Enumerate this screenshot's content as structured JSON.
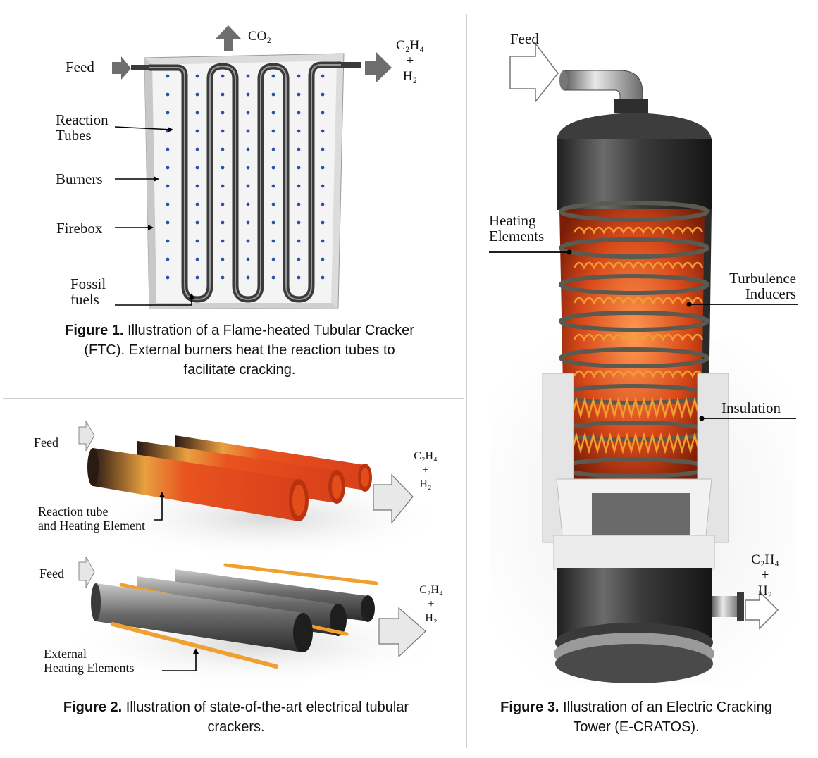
{
  "figure1": {
    "co2": "CO₂",
    "feed": "Feed",
    "product_c2h4": "C₂H₄",
    "product_plus": "+",
    "product_h2": "H₂",
    "reaction_tubes_line1": "Reaction",
    "reaction_tubes_line2": "Tubes",
    "burners": "Burners",
    "firebox": "Firebox",
    "fossil_line1": "Fossil",
    "fossil_line2": "fuels",
    "caption_bold": "Figure 1.",
    "caption_text": " Illustration of a Flame-heated Tubular Cracker (FTC). External burners heat the reaction tubes to facilitate cracking."
  },
  "figure2": {
    "feed_top": "Feed",
    "product_top_c2h4": "C₂H₄",
    "product_top_plus": "+",
    "product_top_h2": "H₂",
    "reaction_tube_line1": "Reaction tube",
    "reaction_tube_line2": "and Heating Element",
    "feed_bottom": "Feed",
    "product_bottom_c2h4": "C₂H₄",
    "product_bottom_plus": "+",
    "product_bottom_h2": "H₂",
    "external_line1": "External",
    "external_line2": "Heating Elements",
    "caption_bold": "Figure 2.",
    "caption_text": " Illustration of  state-of-the-art electrical tubular crackers."
  },
  "figure3": {
    "feed": "Feed",
    "heating_line1": "Heating",
    "heating_line2": "Elements",
    "turbulence_line1": "Turbulence",
    "turbulence_line2": "Inducers",
    "insulation": "Insulation",
    "product_c2h4": "C₂H₄",
    "product_plus": "+",
    "product_h2": "H₂",
    "caption_bold": "Figure 3.",
    "caption_text": " Illustration of an Electric Cracking Tower (E-CRATOS)."
  },
  "colors": {
    "firebox_wall": "#dcdcdc",
    "tube_dark": "#3a3a3a",
    "hot_orange": "#e8531f",
    "element_orange": "#f0a030",
    "steel": "#8a8a8a"
  }
}
